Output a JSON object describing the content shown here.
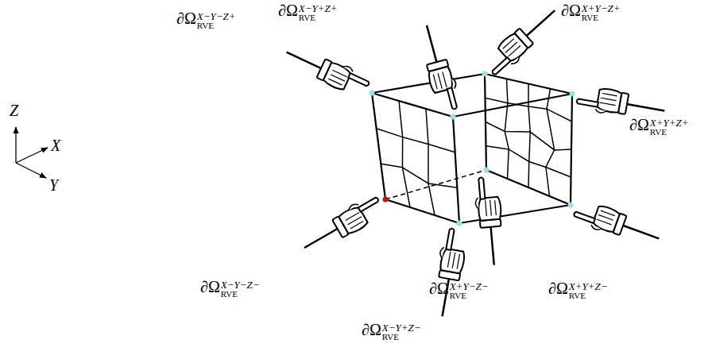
{
  "diagram": {
    "labels": [
      "Z",
      "X",
      "Y",
      "∂Ω",
      "RVE",
      "X−Y−Z+",
      "∂Ω",
      "RVE",
      "X−Y+Z+",
      "∂Ω",
      "RVE",
      "X+Y−Z+",
      "∂Ω",
      "RVE",
      "X+Y+Z+",
      "∂Ω",
      "RVE",
      "X−Y−Z−",
      "∂Ω",
      "RVE",
      "X+Y−Z−",
      "∂Ω",
      "RVE",
      "X+Y+Z−",
      "∂Ω",
      "RVE",
      "X−Y+Z−"
    ]
  }
}
